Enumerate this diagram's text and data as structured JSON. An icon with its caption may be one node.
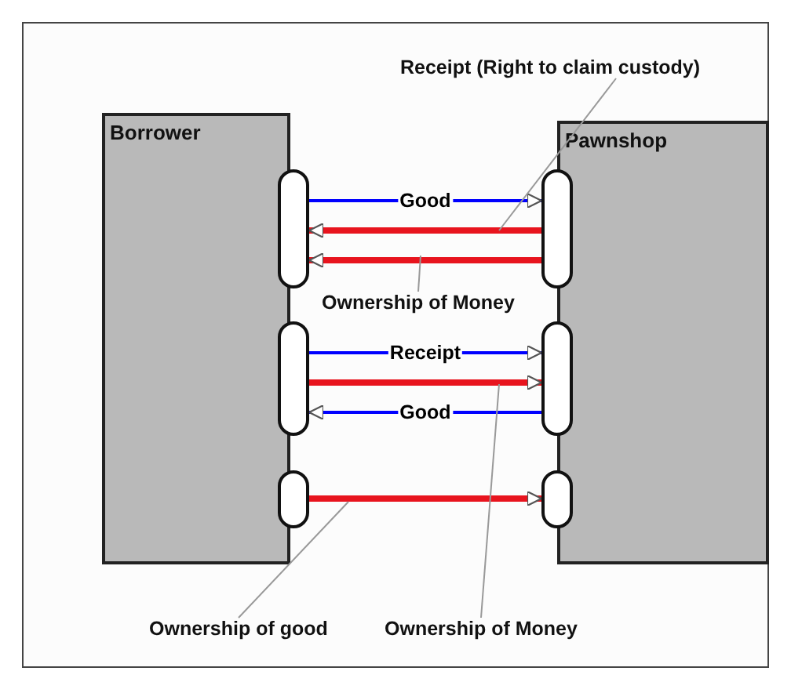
{
  "diagram": {
    "nodes": [
      {
        "text": [
          "Borrower"
        ]
      },
      {
        "text": [
          "Pawnshop"
        ]
      },
      {
        "text": [],
        "shape": "capsule"
      },
      {
        "text": [],
        "shape": "capsule"
      },
      {
        "text": [],
        "shape": "capsule"
      },
      {
        "text": [],
        "shape": "capsule"
      },
      {
        "text": [],
        "shape": "capsule"
      },
      {
        "text": [],
        "shape": "capsule"
      },
      {
        "text": [
          "Receipt (Right to claim custody)"
        ]
      },
      {
        "text": [
          "Ownership of Money"
        ]
      },
      {
        "text": [
          "Ownership of good"
        ]
      },
      {
        "text": [
          "Ownership of Money"
        ]
      }
    ],
    "edges": [
      {
        "from": 2,
        "to": 5,
        "arrow": "to",
        "label": "Good",
        "color": "#0000ff"
      },
      {
        "from": 5,
        "to": 2,
        "arrow": "to",
        "style": "thick"
      },
      {
        "from": 5,
        "to": 2,
        "arrow": "to",
        "style": "thick"
      },
      {
        "from": 3,
        "to": 6,
        "arrow": "to",
        "label": "Receipt",
        "color": "#0000ff"
      },
      {
        "from": 3,
        "to": 6,
        "arrow": "to",
        "style": "thick"
      },
      {
        "from": 6,
        "to": 3,
        "arrow": "to",
        "label": "Good",
        "color": "#0000ff"
      },
      {
        "from": 4,
        "to": 7,
        "arrow": "to",
        "style": "thick"
      },
      {
        "from": 8,
        "to": null,
        "arrow": "none",
        "color": "#999999"
      },
      {
        "from": 9,
        "to": null,
        "arrow": "none",
        "color": "#999999"
      },
      {
        "from": 10,
        "to": null,
        "arrow": "none",
        "color": "#999999"
      },
      {
        "from": 11,
        "to": null,
        "arrow": "none",
        "color": "#999999"
      }
    ]
  }
}
